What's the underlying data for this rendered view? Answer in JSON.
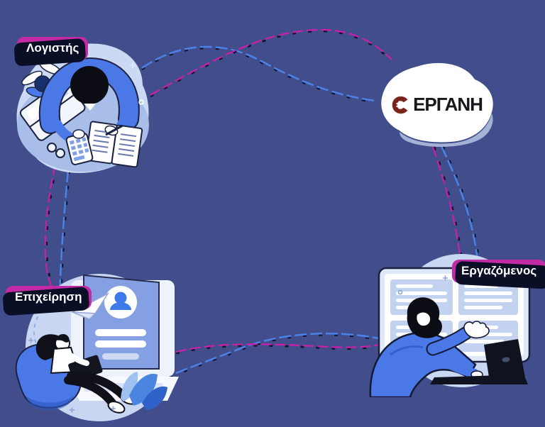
{
  "page": {
    "background": "#414e8b"
  },
  "colors": {
    "label_bg": "#c32ba6",
    "label_text": "#ffffff",
    "line_blue": "#4b82e8",
    "line_magenta": "#cc1fa8",
    "logo_red": "#7a241c",
    "logo_text_color": "#17171c",
    "illustration_blue": "#4a78e6",
    "blob_light": "#c9d6f2",
    "cloud_bg": "#ffffff"
  },
  "nodes": {
    "accountant": {
      "label": "Λογιστής",
      "position": "top-left"
    },
    "ergani": {
      "logo_text": "ΕΡΓΑΝΗ",
      "position": "top-right"
    },
    "business": {
      "label": "Επιχείρηση",
      "position": "bottom-left"
    },
    "employee": {
      "label": "Εργαζόμενος",
      "position": "bottom-right"
    }
  },
  "connections": [
    {
      "from": "accountant",
      "to": "ergani",
      "style": "dashed",
      "colors": [
        "blue",
        "magenta"
      ]
    },
    {
      "from": "ergani",
      "to": "employee",
      "style": "dashed",
      "colors": [
        "blue",
        "magenta"
      ]
    },
    {
      "from": "employee",
      "to": "business",
      "style": "dashed",
      "colors": [
        "blue",
        "magenta"
      ]
    },
    {
      "from": "business",
      "to": "accountant",
      "style": "dashed",
      "colors": [
        "blue",
        "magenta"
      ]
    }
  ]
}
